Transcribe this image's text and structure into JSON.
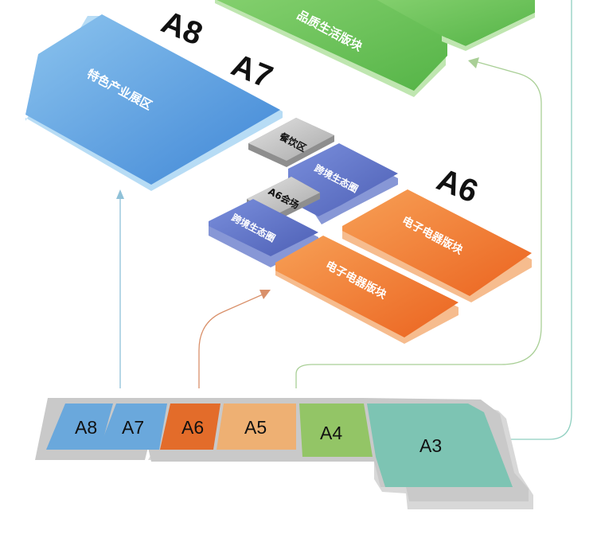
{
  "title_labels": {
    "a8": "A8",
    "a7": "A7",
    "a6": "A6"
  },
  "zones": {
    "quality_life": "品质生活版块",
    "featured_industry": "特色产业展区",
    "canteen": "餐饮区",
    "cross_border_upper": "跨境生态圈",
    "a6_venue": "A6会场",
    "cross_border_lower": "跨境生态圈",
    "electronics_upper": "电子电器版块",
    "electronics_lower": "电子电器版块"
  },
  "halls": {
    "a8": "A8",
    "a7": "A7",
    "a6": "A6",
    "a5": "A5",
    "a4": "A4",
    "a3": "A3"
  },
  "colors": {
    "blue": "#4a95d8",
    "green": "#6cc25a",
    "orange": "#f07a2d",
    "navy": "#5b6fc4",
    "gray": "#bdbdbd",
    "hall_blue": "#6aa8dc",
    "hall_orange_dark": "#e36c2a",
    "hall_orange_light": "#eeb073",
    "hall_green": "#93c566",
    "hall_teal": "#7dc4b3"
  }
}
